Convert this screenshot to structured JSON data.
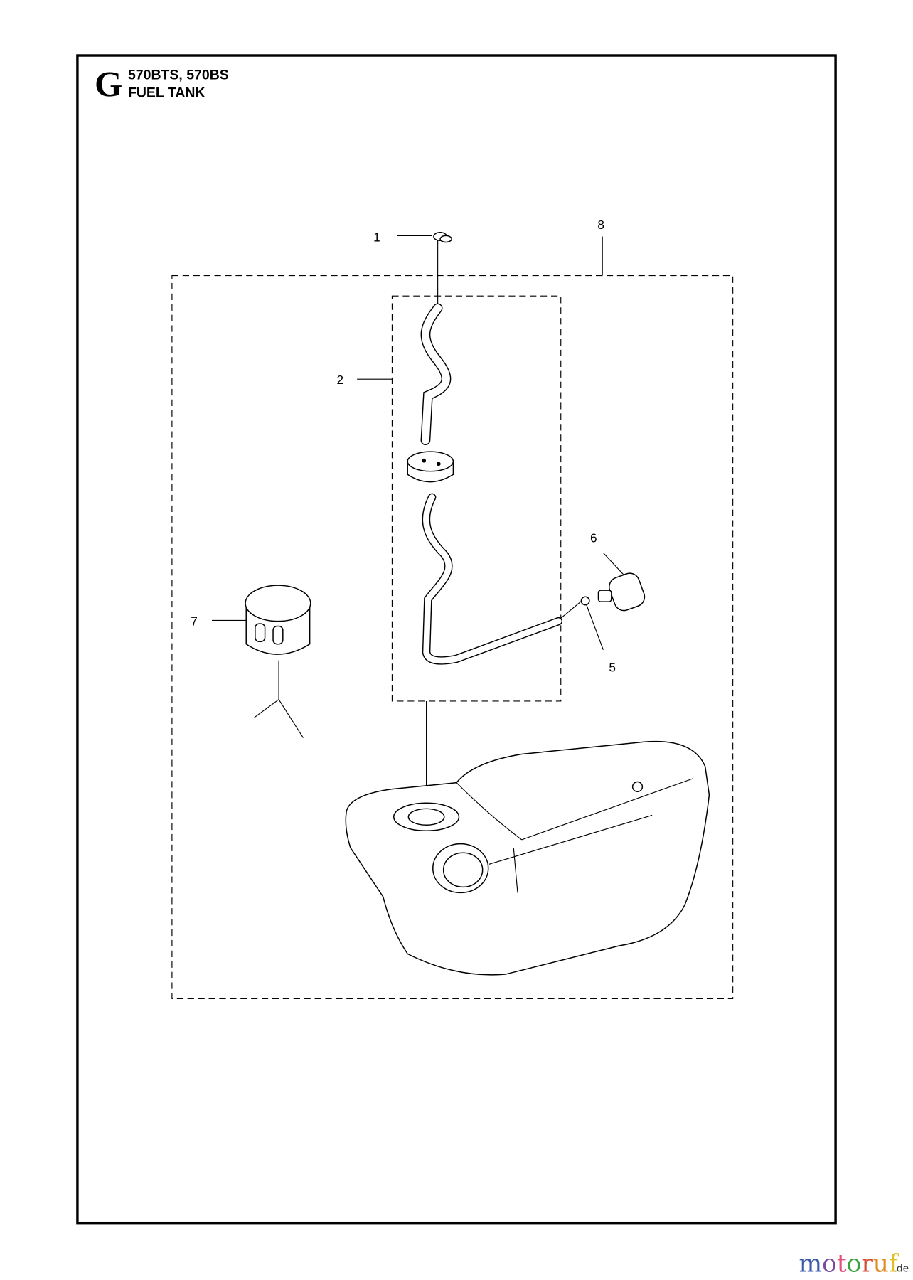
{
  "header": {
    "section_letter": "G",
    "models": "570BTS, 570BS",
    "title": "FUEL TANK"
  },
  "callouts": [
    "1",
    "2",
    "5",
    "6",
    "7",
    "8"
  ],
  "watermark": {
    "brand": "motoruf",
    "tld": ".de",
    "colors": [
      "#3a5aa8",
      "#7a4aa0",
      "#e0507a",
      "#3aa040",
      "#d04a30",
      "#e08a20",
      "#e0c020"
    ]
  }
}
